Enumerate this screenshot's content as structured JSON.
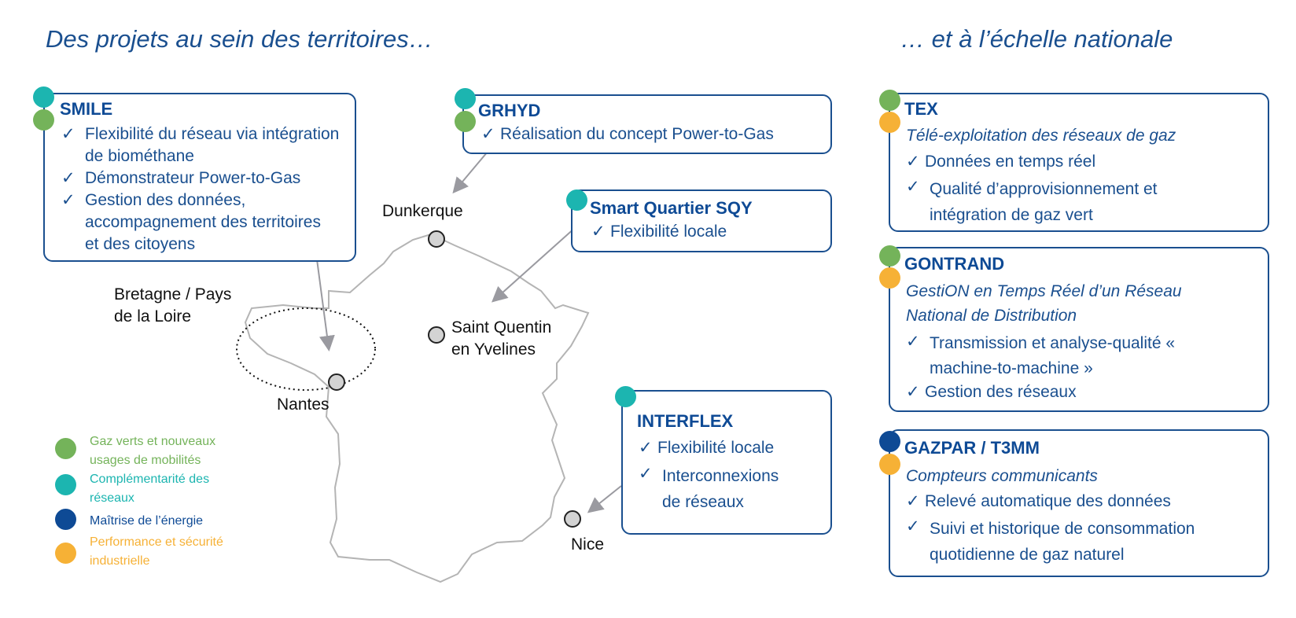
{
  "headings": {
    "left": "Des projets au sein des territoires…",
    "right": "… et à l’échelle nationale"
  },
  "colors": {
    "green": "#74b35a",
    "teal": "#1cb5b0",
    "navy": "#0e4a95",
    "orange": "#f6b136",
    "box_border": "#1a4f8f"
  },
  "projects": {
    "smile": {
      "title": "SMILE",
      "items": [
        "Flexibilité du réseau via intégration de biométhane",
        "Démonstrateur Power-to-Gas",
        "Gestion des données, accompagnement des territoires et des citoyens"
      ]
    },
    "grhyd": {
      "title": "GRHYD",
      "items": [
        "Réalisation du concept Power-to-Gas"
      ]
    },
    "sqy": {
      "title": "Smart Quartier SQY",
      "items": [
        "Flexibilité locale"
      ]
    },
    "interflex": {
      "title": "INTERFLEX",
      "items": [
        "Flexibilité locale",
        "Interconnexions de réseaux"
      ]
    },
    "tex": {
      "title": "TEX",
      "subtitle": "Télé-exploitation des réseaux de gaz",
      "items": [
        "Données en temps réel",
        "Qualité d’approvisionnement et intégration de gaz vert"
      ]
    },
    "gontrand": {
      "title": "GONTRAND",
      "subtitle_lines": [
        "GestiON en Temps Réel d’un Réseau",
        "National de Distribution"
      ],
      "items": [
        "Transmission et analyse-qualité « machine-to-machine »",
        "Gestion des réseaux"
      ]
    },
    "gazpar": {
      "title": "GAZPAR / T3MM",
      "subtitle": "Compteurs communicants",
      "items": [
        "Relevé automatique des données",
        "Suivi et historique de consommation quotidienne de  gaz naturel"
      ]
    }
  },
  "cities": {
    "dunkerque": "Dunkerque",
    "sqy_lines": [
      "Saint Quentin",
      "en Yvelines"
    ],
    "nantes": "Nantes",
    "nice": "Nice",
    "bretagne_lines": [
      "Bretagne / Pays",
      "de la Loire"
    ]
  },
  "legend": [
    {
      "color": "#74b35a",
      "lines": [
        "Gaz verts et nouveaux",
        "usages de mobilités"
      ]
    },
    {
      "color": "#1cb5b0",
      "lines": [
        "Complémentarité des",
        "réseaux"
      ]
    },
    {
      "color": "#0e4a95",
      "lines": [
        "Maîtrise de l’énergie"
      ]
    },
    {
      "color": "#f6b136",
      "lines": [
        "Performance et sécurité",
        "industrielle"
      ]
    }
  ],
  "check_symbol": "✓"
}
